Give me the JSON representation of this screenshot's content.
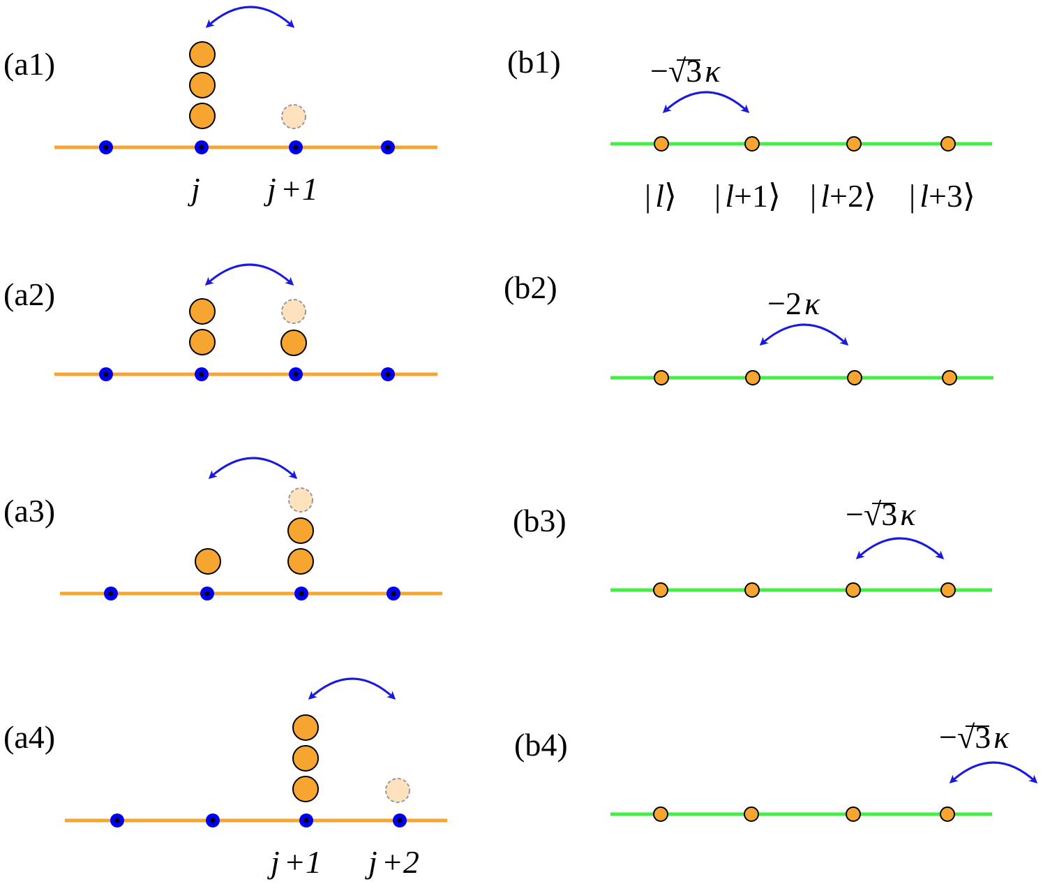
{
  "colors": {
    "lattice_line_a": "#f7a531",
    "lattice_line_b": "#44ee44",
    "site_ring": "#0000ee",
    "site_core": "#000000",
    "particle_fill": "#f7a531",
    "ghost_fill": "#fde2bd",
    "ghost_stroke": "#999999",
    "arrow": "#1a1add"
  },
  "panels": {
    "a1": {
      "label": "(a1)",
      "site_labels": [
        {
          "var": "j",
          "rest": ""
        },
        {
          "var": "j",
          "rest": "+1"
        }
      ]
    },
    "a2": {
      "label": "(a2)"
    },
    "a3": {
      "label": "(a3)"
    },
    "a4": {
      "label": "(a4)",
      "site_labels": [
        {
          "var": "j",
          "rest": "+1"
        },
        {
          "var": "j",
          "rest": "+2"
        }
      ]
    },
    "b1": {
      "label": "(b1)",
      "coupling": {
        "prefix": "−",
        "radical": "√",
        "num": "3",
        "symbol": "κ"
      },
      "state_labels": [
        {
          "pre": "|",
          "var": "l",
          "rest": "⟩"
        },
        {
          "pre": "|",
          "var": "l",
          "rest": "+1⟩"
        },
        {
          "pre": "|",
          "var": "l",
          "rest": "+2⟩"
        },
        {
          "pre": "|",
          "var": "l",
          "rest": "+3⟩"
        }
      ]
    },
    "b2": {
      "label": "(b2)",
      "coupling": {
        "prefix": "−2",
        "symbol": "κ"
      }
    },
    "b3": {
      "label": "(b3)",
      "coupling": {
        "prefix": "−",
        "radical": "√",
        "num": "3",
        "symbol": "κ"
      }
    },
    "b4": {
      "label": "(b4)",
      "coupling": {
        "prefix": "−",
        "radical": "√",
        "num": "3",
        "symbol": "κ"
      }
    }
  }
}
